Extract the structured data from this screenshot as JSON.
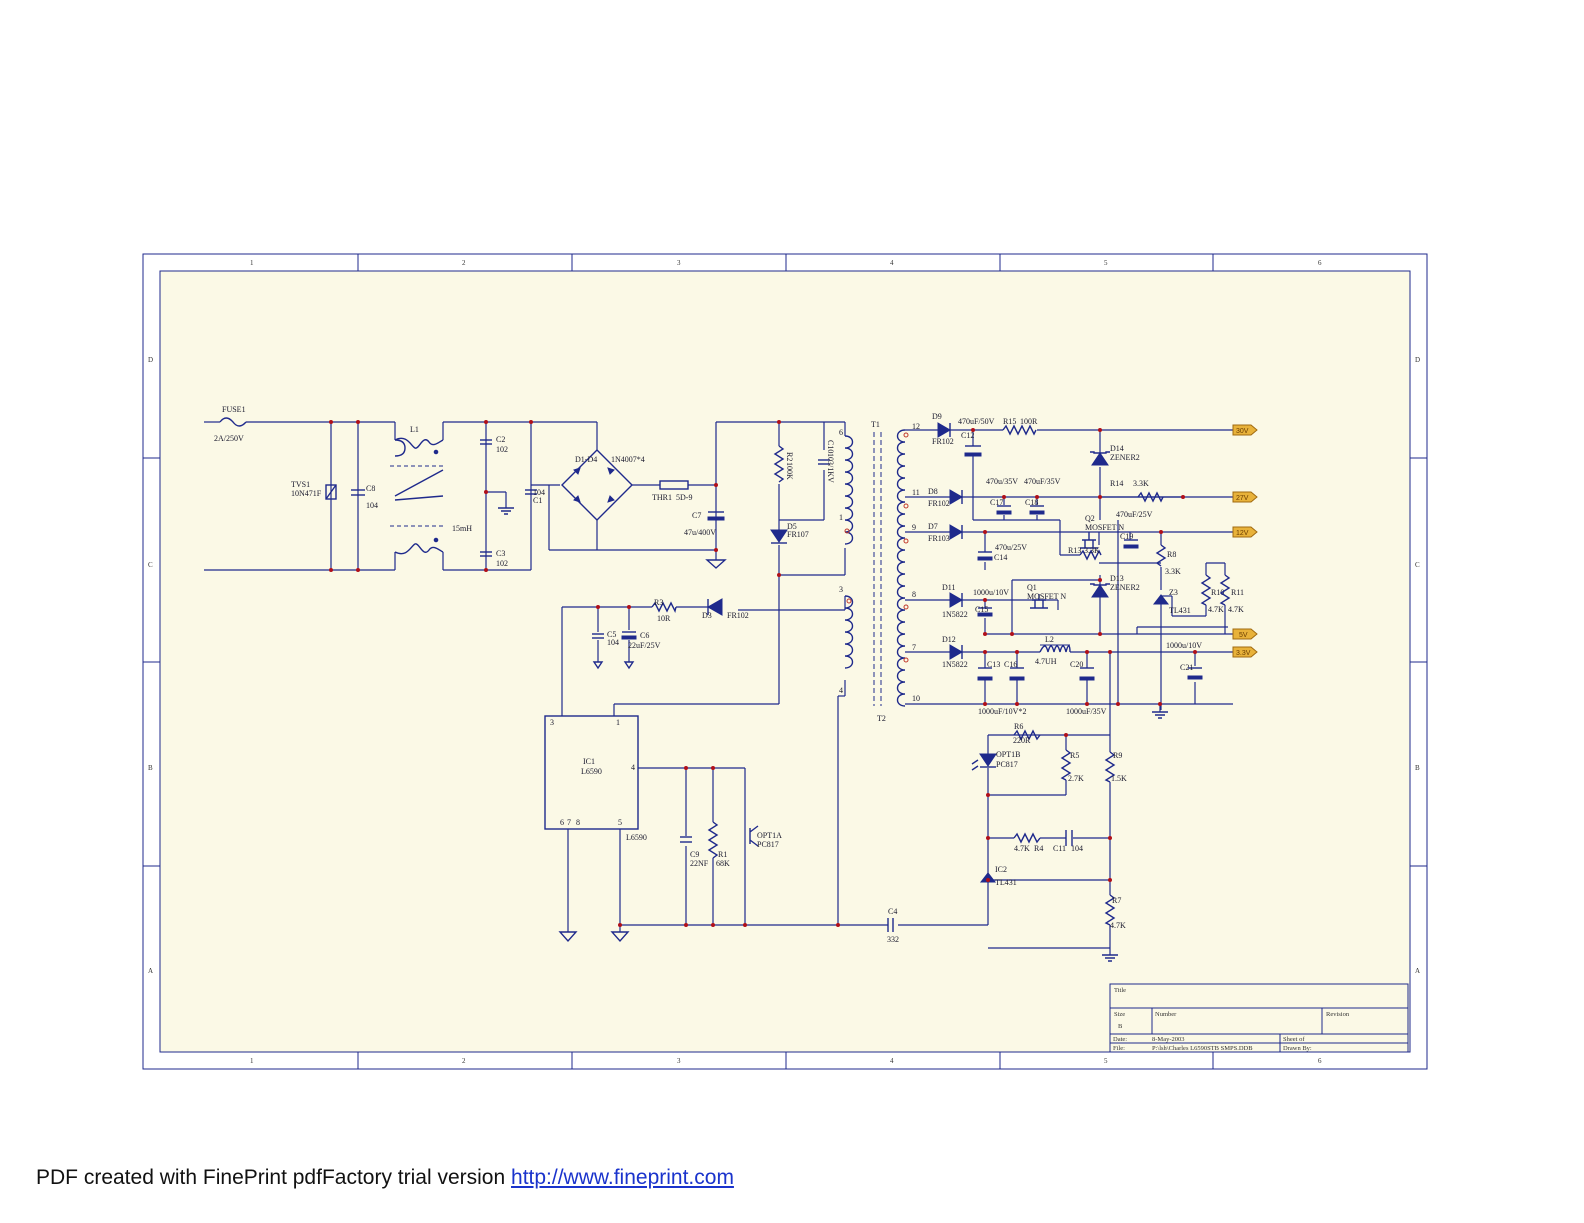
{
  "frame": {
    "columns": [
      "1",
      "2",
      "3",
      "4",
      "5",
      "6"
    ],
    "rows": [
      "D",
      "C",
      "B",
      "A"
    ],
    "sheet_color": "#fbf9e6",
    "line_color": "#1f2a8c",
    "node_color": "#b0101a"
  },
  "components": {
    "fuse": {
      "ref": "FUSE1",
      "value": "2A/250V"
    },
    "tvs": {
      "ref": "TVS1",
      "value": "10N471F"
    },
    "c8": {
      "ref": "C8",
      "value": "104"
    },
    "l1": {
      "ref": "L1",
      "value": "15mH"
    },
    "c2": {
      "ref": "C2",
      "value": "102"
    },
    "c3": {
      "ref": "C3",
      "value": "102"
    },
    "c1": {
      "ref": "C1",
      "value": "104"
    },
    "bridge": {
      "ref": "D1-D4",
      "value": "1N4007*4"
    },
    "thr": {
      "ref": "THR1",
      "value": "5D-9"
    },
    "c7": {
      "ref": "C7",
      "value": "47u/400V"
    },
    "r2": {
      "ref": "R2",
      "value": "100K"
    },
    "c10": {
      "ref": "C10",
      "value": "103/1KV"
    },
    "d5": {
      "ref": "D5",
      "value": "FR107"
    },
    "t1": {
      "ref": "T1"
    },
    "t2": {
      "ref": "T2"
    },
    "r3": {
      "ref": "R3",
      "value": "10R"
    },
    "d3": {
      "ref": "D3",
      "value": "FR102"
    },
    "c5": {
      "ref": "C5",
      "value": "104"
    },
    "c6": {
      "ref": "C6",
      "value": "22uF/25V"
    },
    "ic1": {
      "ref": "IC1",
      "value": "L6590",
      "part": "L6590"
    },
    "c9": {
      "ref": "C9",
      "value": "22NF"
    },
    "r1": {
      "ref": "R1",
      "value": "68K"
    },
    "opt_a": {
      "ref": "OPT1A",
      "value": "PC817"
    },
    "c4": {
      "ref": "C4",
      "value": "332"
    },
    "d9": {
      "ref": "D9",
      "value": "FR102"
    },
    "c12": {
      "ref": "C12",
      "value": "470uF/50V"
    },
    "r15": {
      "ref": "R15",
      "value": "100R"
    },
    "d14": {
      "ref": "D14",
      "value": "ZENER2"
    },
    "d8": {
      "ref": "D8",
      "value": "FR102"
    },
    "c17": {
      "ref": "C17",
      "value": "470u/35V"
    },
    "c18": {
      "ref": "C18",
      "value": "470uF/35V"
    },
    "r14": {
      "ref": "R14",
      "value": "3.3K"
    },
    "d7": {
      "ref": "D7",
      "value": "FR103"
    },
    "q2": {
      "ref": "Q2",
      "value": "MOSFET N"
    },
    "c19": {
      "ref": "C19",
      "value": "470uF/25V"
    },
    "c14": {
      "ref": "C14",
      "value": "470u/25V"
    },
    "r13": {
      "ref": "R13",
      "value": "3.3K"
    },
    "r8": {
      "ref": "R8",
      "value": "3.3K"
    },
    "d13": {
      "ref": "D13",
      "value": "ZENER2"
    },
    "d11": {
      "ref": "D11",
      "value": "1N5822"
    },
    "c15": {
      "ref": "C15",
      "value": "1000u/10V"
    },
    "q1": {
      "ref": "Q1",
      "value": "MOSFET N"
    },
    "z3": {
      "ref": "Z3",
      "value": "TL431"
    },
    "r10": {
      "ref": "R10",
      "value": "4.7K"
    },
    "r11": {
      "ref": "R11",
      "value": "4.7K"
    },
    "d12": {
      "ref": "D12",
      "value": "1N5822"
    },
    "l2": {
      "ref": "L2",
      "value": "4.7UH"
    },
    "c13": {
      "ref": "C13"
    },
    "c16": {
      "ref": "C16"
    },
    "c20": {
      "ref": "C20"
    },
    "c21": {
      "ref": "C21",
      "value": "1000u/10V"
    },
    "c1316_val": "1000uF/10V*2",
    "c20_val": "1000uF/35V",
    "r6": {
      "ref": "R6",
      "value": "220R"
    },
    "opt_b": {
      "ref": "OPT1B",
      "value": "PC817"
    },
    "r5": {
      "ref": "R5",
      "value": "2.7K"
    },
    "r9": {
      "ref": "R9",
      "value": "1.5K"
    },
    "r4": {
      "ref": "R4",
      "value": "4.7K"
    },
    "c11": {
      "ref": "C11",
      "value": "104"
    },
    "ic2": {
      "ref": "IC2",
      "value": "TL431"
    },
    "r7": {
      "ref": "R7",
      "value": "4.7K"
    }
  },
  "ports": [
    "30V",
    "27V",
    "12V",
    "5V",
    "3.3V"
  ],
  "pins": {
    "t1": [
      "12",
      "11",
      "9",
      "8",
      "7",
      "10",
      "6",
      "1"
    ],
    "t2": [
      "3",
      "4"
    ],
    "ic1": [
      "3",
      "1",
      "4",
      "6",
      "7",
      "8",
      "5"
    ]
  },
  "title_block": {
    "title": "Title",
    "size_label": "Size",
    "size": "B",
    "number_label": "Number",
    "revision_label": "Revision",
    "date_label": "Date:",
    "date": "8-May-2003",
    "file_label": "File:",
    "file": "P:\\lsh\\Charles L6590STB SMPS.DDB",
    "sheet_label": "Sheet    of",
    "drawn_label": "Drawn By:"
  },
  "footer": {
    "text": "PDF created with FinePrint pdfFactory trial version",
    "link": "http://www.fineprint.com"
  }
}
